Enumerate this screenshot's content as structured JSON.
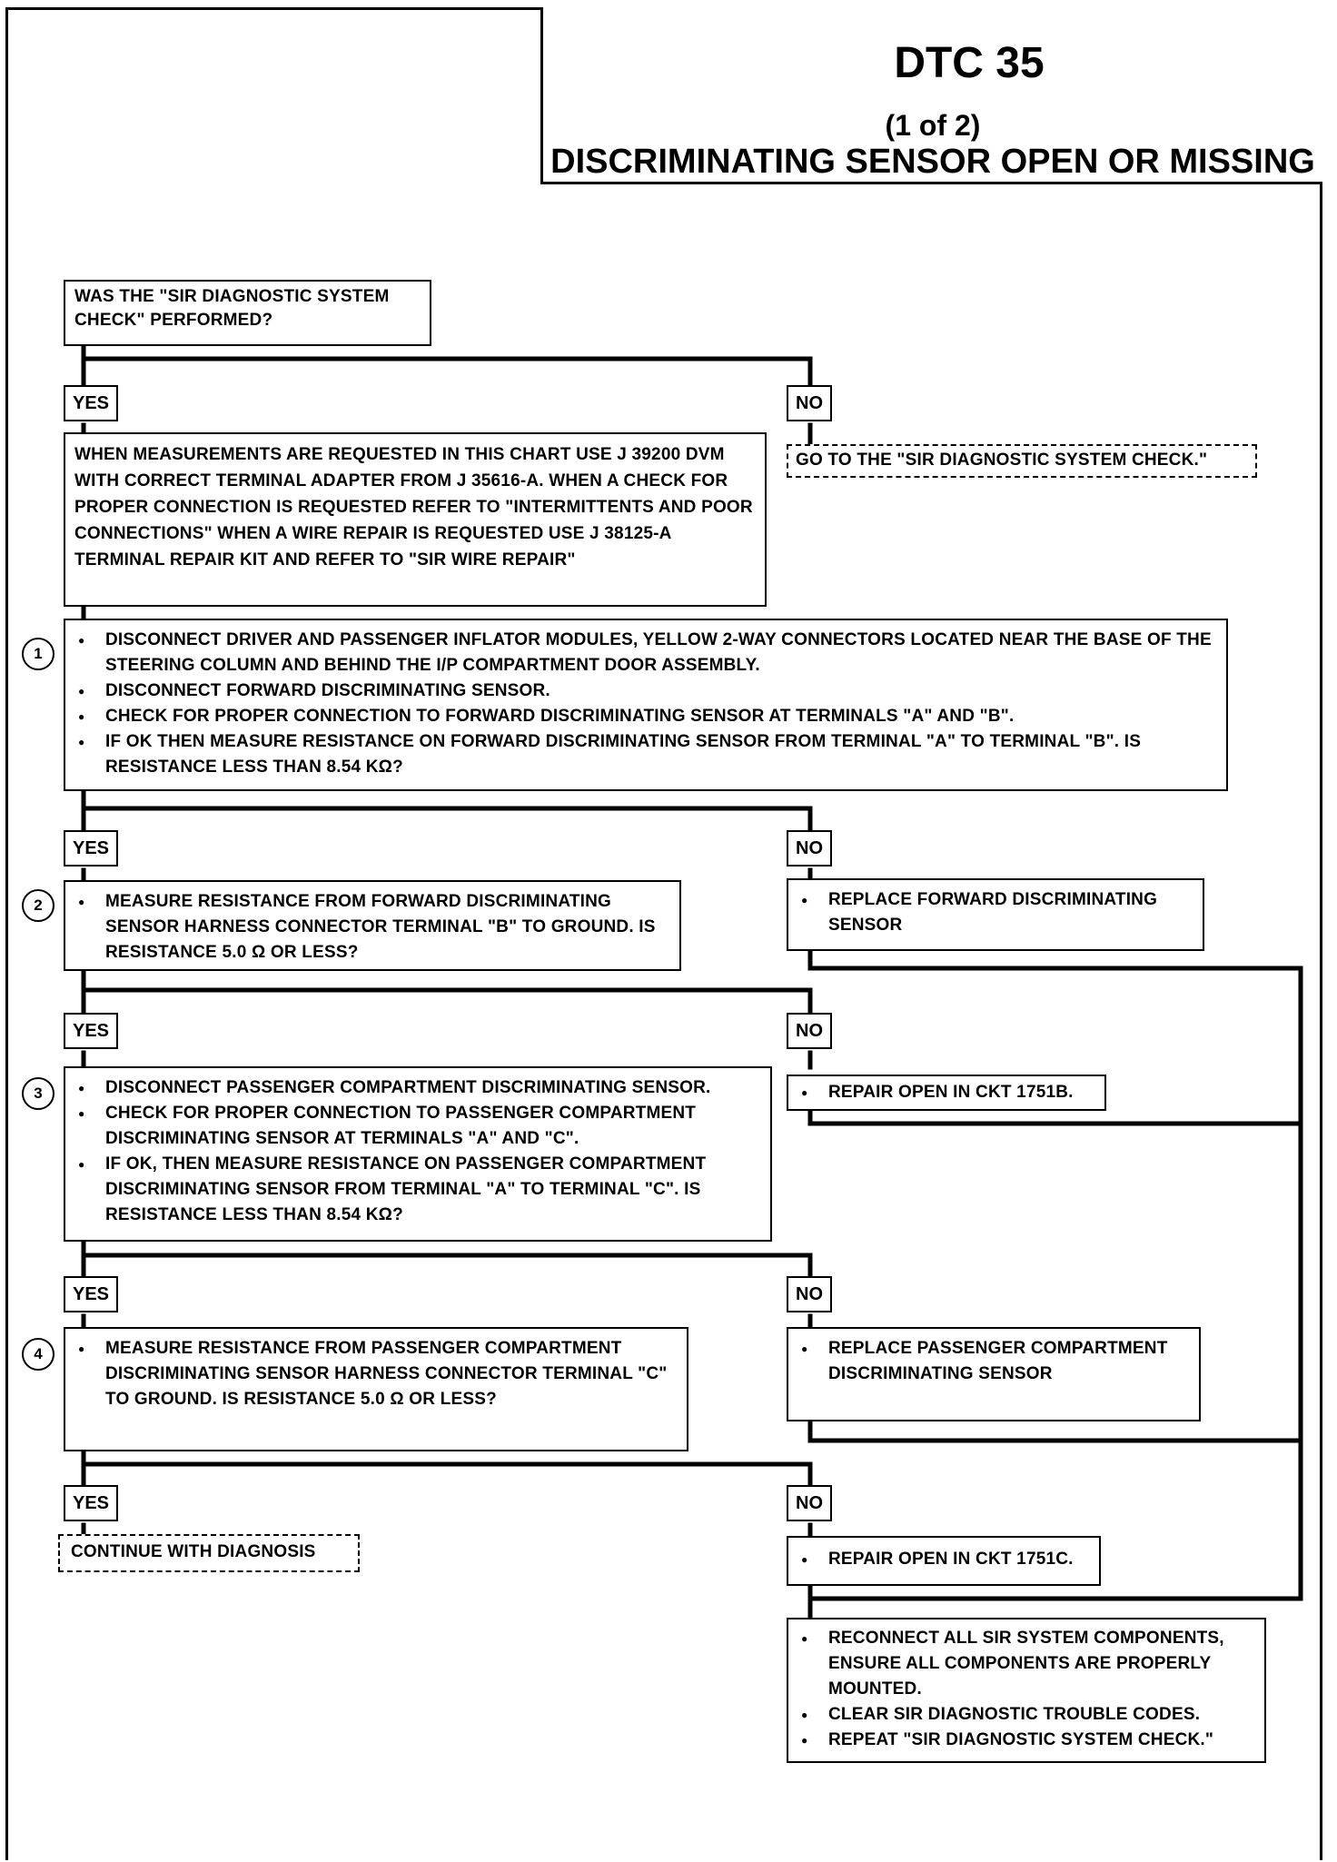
{
  "title": {
    "code": "DTC 35",
    "page": "(1 of 2)",
    "description": "DISCRIMINATING SENSOR OPEN OR MISSING"
  },
  "labels": {
    "yes": "YES",
    "no": "NO"
  },
  "steps": [
    "1",
    "2",
    "3",
    "4"
  ],
  "boxes": {
    "start": "WAS THE \"SIR DIAGNOSTIC SYSTEM CHECK\" PERFORMED?",
    "goto_check": "GO TO THE \"SIR DIAGNOSTIC SYSTEM CHECK.\"",
    "note": "WHEN MEASUREMENTS ARE REQUESTED IN THIS CHART USE J 39200 DVM WITH CORRECT TERMINAL ADAPTER FROM J 35616-A. WHEN A CHECK FOR PROPER CONNECTION IS REQUESTED REFER TO \"INTERMITTENTS AND POOR CONNECTIONS\" WHEN A WIRE REPAIR IS REQUESTED USE J 38125-A TERMINAL REPAIR KIT AND REFER TO \"SIR WIRE REPAIR\"",
    "step1": [
      "DISCONNECT DRIVER AND PASSENGER INFLATOR MODULES, YELLOW 2-WAY CONNECTORS LOCATED NEAR THE BASE OF THE STEERING COLUMN AND BEHIND THE I/P COMPARTMENT DOOR ASSEMBLY.",
      "DISCONNECT FORWARD DISCRIMINATING SENSOR.",
      "CHECK FOR PROPER CONNECTION TO FORWARD DISCRIMINATING SENSOR AT TERMINALS \"A\" AND \"B\".",
      "IF OK THEN MEASURE RESISTANCE ON FORWARD DISCRIMINATING SENSOR FROM TERMINAL \"A\" TO TERMINAL \"B\". IS RESISTANCE LESS THAN 8.54 kΩ?"
    ],
    "step2": [
      "MEASURE RESISTANCE FROM FORWARD DISCRIMINATING SENSOR HARNESS CONNECTOR TERMINAL \"B\" TO GROUND. IS RESISTANCE 5.0 Ω OR LESS?"
    ],
    "replace_forward": [
      "REPLACE FORWARD DISCRIMINATING SENSOR"
    ],
    "step3": [
      "DISCONNECT PASSENGER COMPARTMENT DISCRIMINATING SENSOR.",
      "CHECK FOR PROPER CONNECTION TO PASSENGER COMPARTMENT DISCRIMINATING SENSOR AT TERMINALS \"A\" AND \"C\".",
      "IF OK, THEN MEASURE RESISTANCE ON PASSENGER COMPARTMENT DISCRIMINATING SENSOR FROM TERMINAL \"A\" TO TERMINAL \"C\". IS RESISTANCE LESS THAN 8.54 kΩ?"
    ],
    "repair_1751b": [
      "REPAIR OPEN IN CKT 1751B."
    ],
    "step4": [
      "MEASURE RESISTANCE FROM PASSENGER COMPARTMENT DISCRIMINATING SENSOR HARNESS CONNECTOR TERMINAL \"C\" TO GROUND. IS RESISTANCE 5.0 Ω OR LESS?"
    ],
    "replace_passenger": [
      "REPLACE PASSENGER COMPARTMENT DISCRIMINATING SENSOR"
    ],
    "continue": "CONTINUE WITH DIAGNOSIS",
    "repair_1751c": [
      "REPAIR OPEN IN CKT 1751C."
    ],
    "final": [
      "RECONNECT ALL SIR SYSTEM COMPONENTS, ENSURE ALL COMPONENTS ARE PROPERLY MOUNTED.",
      "CLEAR SIR DIAGNOSTIC TROUBLE CODES.",
      "REPEAT \"SIR DIAGNOSTIC SYSTEM CHECK.\""
    ]
  }
}
